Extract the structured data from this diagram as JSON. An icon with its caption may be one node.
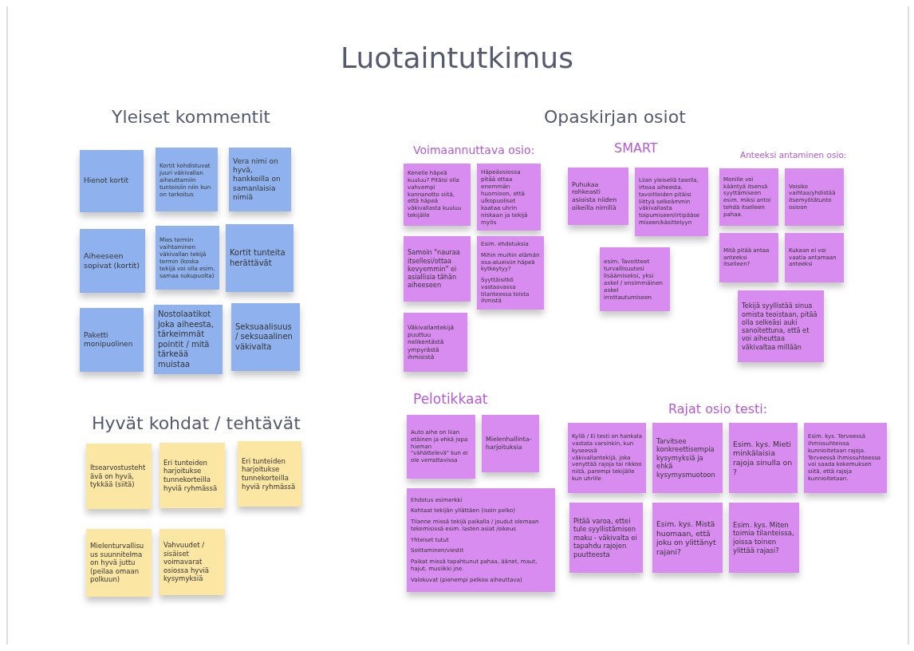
{
  "diagram": {
    "title": "Luotaintutkimus",
    "nodes": [
      {
        "text": [
          "Hienot kortit"
        ]
      },
      {
        "text": [
          "Kortit kohdistuvat juuri väkivallan aiheuttamiin tunteisiin niin kun on tarkoitus"
        ]
      },
      {
        "text": [
          "Vera nimi on hyvä, hankkeilla on samanlaisia nimiä"
        ]
      },
      {
        "text": [
          "Aiheeseen sopivat (kortit)"
        ]
      },
      {
        "text": [
          "Mies termin vaihtaminen väkivallan tekijä termin (koska tekijä voi olla esim. samaa sukupuolta)"
        ]
      },
      {
        "text": [
          "Kortit tunteita herättävät"
        ]
      },
      {
        "text": [
          "Paketti monipuolinen"
        ]
      },
      {
        "text": [
          "Nostolaatikot joka aiheesta, tärkeimmät pointit / mitä tärkeää muistaa"
        ]
      },
      {
        "text": [
          "Seksuaalisuus / seksuaalinen väkivalta"
        ]
      },
      {
        "text": [
          "Itsearvostustehtävä on hyvä, tykkää (siitä)"
        ]
      },
      {
        "text": [
          "Eri tunteiden harjoitukse tunnekorteilla hyviä ryhmässä"
        ]
      },
      {
        "text": [
          "Eri tunteiden harjoitukse tunnekorteilla hyviä ryhmässä"
        ]
      },
      {
        "text": [
          "Mielenturvallisuus suunnitelma on hyvä juttu (peilaa omaan polkuun)"
        ]
      },
      {
        "text": [
          "Vahvuudet / sisäiset voimavarat osiossa hyviä kysymyksiä"
        ]
      },
      {
        "text": [
          "Kenelle häpeä kuuluu? Pitäisi olla vahvempi kannanotto siitä, että häpeä väkivallasta kuuluu tekijälle"
        ]
      },
      {
        "text": [
          "Häpeäosiossa pitää ottaa enemmän huomioon, että ulkopuoliset kaataa uhrin niskaan ja tekijä myös"
        ]
      },
      {
        "text": [
          "Samoin \"nauraa itsellesi/ottaa kevyemmin\" ei asiallisia tähän aiheeseen"
        ]
      },
      {
        "text": [
          "Esim. ehdotuksia",
          "Mihin muihin elämän osa-alueisiin häpeä kytkeytyy?",
          "Syyttäisitkö vastaavassa tilanteessa toista ihmistä"
        ]
      },
      {
        "text": [
          "Väkivallantekijä puuttuu nelikentästä ympyrästä ihmisistä"
        ]
      },
      {
        "text": [
          "Puhukaa rohkeasti asioista niiden oikeilla nimillä"
        ]
      },
      {
        "text": [
          "Liian yleisellä tasolla, irtoaa aiheesta, tavoitteiden pitäisi liittyä selkeämmin väkivallasta toipumiseen/irtipääsemiseen/käsittelyyn"
        ]
      },
      {
        "text": [
          "esim. Tavoitteet turvallisuutesi lisäämiseksi, yksi askel / ensimmäinen askel irrottautumiseen"
        ]
      },
      {
        "text": [
          "Monille voi kääntyä itsensä syyttämiseen esim. miksi antoi tehdä itselleen pahaa."
        ]
      },
      {
        "text": [
          "Voisiko vaihtaa/yhdistää itsemyötätunto osioon"
        ]
      },
      {
        "text": [
          "Mitä pitää antaa anteeksi itselleen?"
        ]
      },
      {
        "text": [
          "Kukaan ei voi vaatia antamaan anteeksi"
        ]
      },
      {
        "text": [
          "Tekijä syyllistää sinua omista teoistaan, pitää olla selkeäsi auki sanoitettuna, että et voi aiheuttaa väkivaltaa millään"
        ]
      },
      {
        "text": [
          "Auto aihe on liian etäinen ja ehkä jopa hieman \"vähättelevä\" kun ei ole verrattavissa"
        ]
      },
      {
        "text": [
          "Mielenhallinta-harjoituksia"
        ]
      },
      {
        "text": [
          "Ehdotus esimerkki",
          "Kohtaat tekijän yllättäen (isoin pelko)",
          "Tilanne missä tekijä paikalla / joudut olemaan tekemisissä esim. lasten asiat /oikeus",
          "Yhteiset tutut",
          "Soittaminen/viestit",
          "Paikat missä tapahtunut pahaa, äänet, maut, hajut, musiikki jne.",
          "Valokuvat (pienempi pelkoa aiheuttava)"
        ]
      },
      {
        "text": [
          "Kyllä / Ei testi on hankala vastata varsinkin, kun kyseessä väkivallantekijä, joka venyttää rajoja tai rikkoo niitä, parempi tekijälle kun uhrille"
        ]
      },
      {
        "text": [
          "Tarvitsee konkreettisempia kysymyksiä ja ehkä kysymysmuotoon"
        ]
      },
      {
        "text": [
          "Esim. kys. Mieti minkälaisia rajoja sinulla on ?"
        ]
      },
      {
        "text": [
          "Esim. kys. Terveessä ihmissuhteissa kunnioitetaan rajoja. Terveessä ihmissuhteessa voi saada kokemuksen siitä, että rajoja kunnioitetaan."
        ]
      },
      {
        "text": [
          "Pitää varoa, ettei tule syyllistämisen maku - väkivalta ei tapahdu rajojen puutteesta"
        ]
      },
      {
        "text": [
          "Esim. kys. Mistä huomaan, että joku on ylittänyt rajani?"
        ]
      },
      {
        "text": [
          "Esim. kys. Miten toimia tilanteissa, joissa toinen ylittää rajasi?"
        ]
      }
    ],
    "edges": [],
    "labels": [
      "Yleiset kommentit",
      "Opaskirjan osiot",
      "Voimaannuttava osio:",
      "SMART",
      "Anteeksi antaminen osio:",
      "Hyvät kohdat / tehtävät",
      "Pelotikkaat",
      "Rajat osio testi:"
    ]
  }
}
